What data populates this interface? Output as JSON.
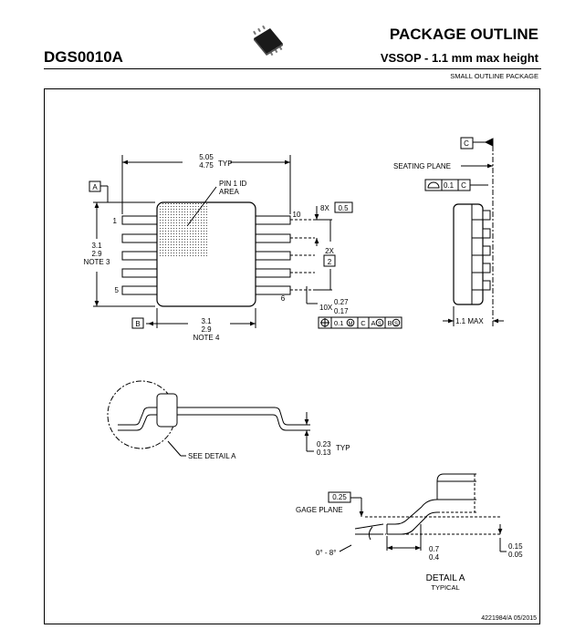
{
  "header": {
    "package_id": "DGS0010A",
    "title": "PACKAGE OUTLINE",
    "subtitle": "VSSOP - 1.1 mm max height",
    "category": "SMALL OUTLINE PACKAGE"
  },
  "icons": {
    "package": "package-chip-icon"
  },
  "top_view": {
    "body_length_max": "5.05",
    "body_length_min": "4.75",
    "body_length_note": "TYP",
    "pin1_id": "PIN 1 ID",
    "pin1_area": "AREA",
    "datum_a": "A",
    "datum_b": "B",
    "datum_c": "C",
    "pin_1": "1",
    "pin_5": "5",
    "pin_6": "6",
    "pin_10": "10",
    "width_max": "3.1",
    "width_min": "2.9",
    "width_note": "NOTE 3",
    "bottom_max": "3.1",
    "bottom_min": "2.9",
    "bottom_note": "NOTE 4",
    "pitch_count": "8X",
    "pitch": "0.5",
    "span_count": "2X",
    "span": "2",
    "lead_count": "10X",
    "lead_width_max": "0.27",
    "lead_width_min": "0.17",
    "tol_value": "0.1",
    "tol_m": "M",
    "tol_c": "C",
    "tol_a": "A",
    "tol_b": "B",
    "tol_s": "S"
  },
  "side_view": {
    "seating_plane": "SEATING PLANE",
    "flatness": "0.1",
    "flatness_datum": "C",
    "height": "1.1 MAX"
  },
  "front_view": {
    "lead_thickness_max": "0.23",
    "lead_thickness_min": "0.13",
    "lead_thickness_note": "TYP",
    "see_detail": "SEE DETAIL A"
  },
  "detail": {
    "gage_value": "0.25",
    "gage_plane": "GAGE PLANE",
    "angle_range": "0° - 8°",
    "foot_max": "0.7",
    "foot_min": "0.4",
    "standoff_max": "0.15",
    "standoff_min": "0.05",
    "title": "DETAIL A",
    "subtitle": "TYPICAL"
  },
  "footer": {
    "doc_id": "4221984/A   05/2015"
  }
}
